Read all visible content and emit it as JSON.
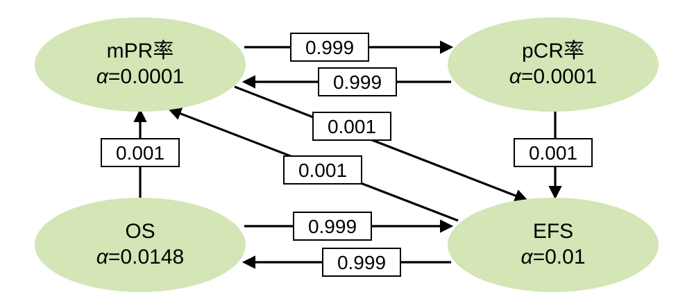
{
  "nodes": {
    "mpr": {
      "name": "mPR率",
      "alpha_symbol": "α",
      "alpha_value": "=0.0001"
    },
    "pcr": {
      "name": "pCR率",
      "alpha_symbol": "α",
      "alpha_value": "=0.0001"
    },
    "os": {
      "name": "OS",
      "alpha_symbol": "α",
      "alpha_value": "=0.0148"
    },
    "efs": {
      "name": "EFS",
      "alpha_symbol": "α",
      "alpha_value": "=0.01"
    }
  },
  "edges": {
    "mpr_to_pcr": {
      "from": "mPR率",
      "to": "pCR率",
      "weight": "0.999"
    },
    "pcr_to_mpr": {
      "from": "pCR率",
      "to": "mPR率",
      "weight": "0.999"
    },
    "mpr_to_efs": {
      "from": "mPR率",
      "to": "EFS",
      "weight": "0.001"
    },
    "efs_to_mpr": {
      "from": "EFS",
      "to": "mPR率",
      "weight": "0.001"
    },
    "pcr_to_efs": {
      "from": "pCR率",
      "to": "EFS",
      "weight": "0.001"
    },
    "os_to_mpr": {
      "from": "OS",
      "to": "mPR率",
      "weight": "0.001"
    },
    "os_to_efs": {
      "from": "OS",
      "to": "EFS",
      "weight": "0.999"
    },
    "efs_to_os": {
      "from": "EFS",
      "to": "OS",
      "weight": "0.999"
    }
  },
  "colors": {
    "node_fill": "#d4e5b6",
    "line": "#000000",
    "label_box": "#ffffff"
  }
}
